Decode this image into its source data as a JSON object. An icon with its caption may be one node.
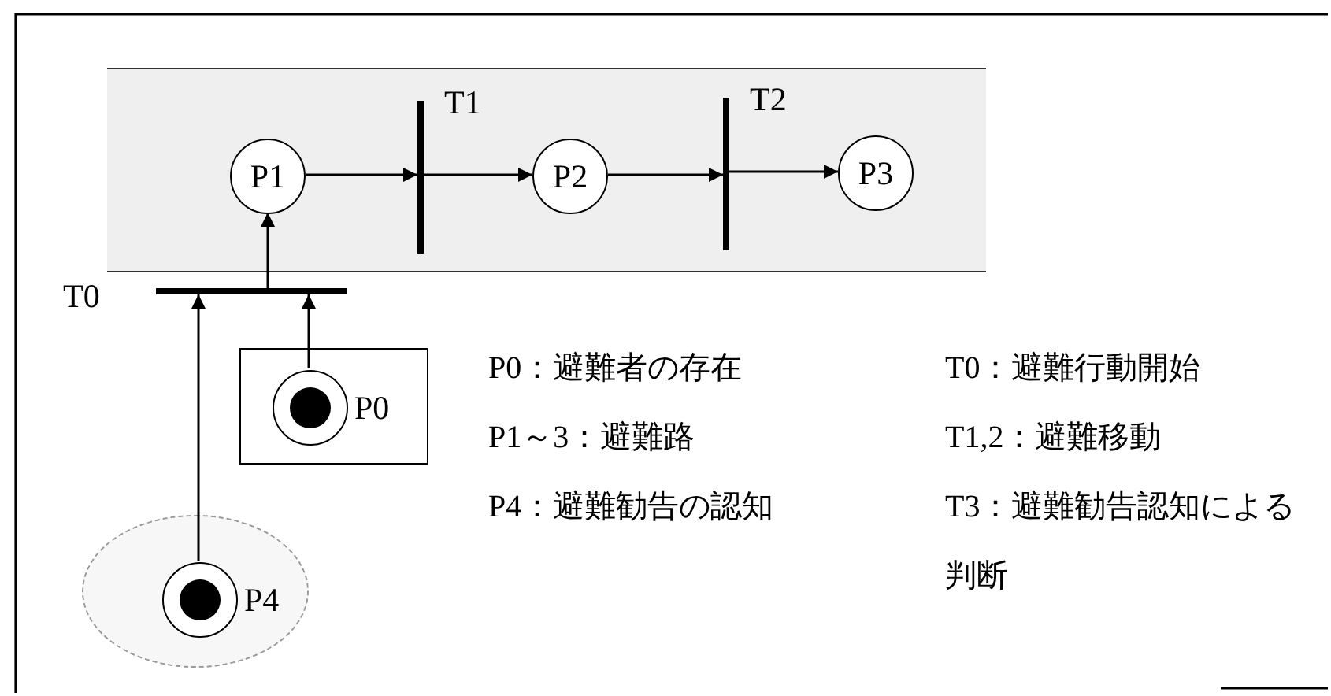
{
  "diagram": {
    "nodes": [
      {
        "text": [],
        "shape": "box"
      },
      {
        "text": [
          "P1"
        ],
        "in": 0
      },
      {
        "text": [],
        "shape": "bar",
        "in": 0,
        "beside": [
          "T1"
        ]
      },
      {
        "text": [
          "P2"
        ],
        "in": 0
      },
      {
        "text": [],
        "shape": "bar",
        "in": 0,
        "beside": [
          "T2"
        ]
      },
      {
        "text": [
          "P3"
        ],
        "in": 0
      },
      {
        "text": [],
        "shape": "bar",
        "beside": [
          "T0"
        ]
      },
      {
        "text": [],
        "shape": "box"
      },
      {
        "text": [],
        "shape": "circle",
        "in": 7,
        "beside": [
          "P0"
        ]
      },
      {
        "text": [],
        "shape": "ellipse"
      },
      {
        "text": [],
        "shape": "circle",
        "in": 9,
        "beside": [
          "P4"
        ]
      }
    ],
    "edges": [
      {
        "from": 1,
        "to": 2,
        "arrow": "to"
      },
      {
        "from": 2,
        "to": 3,
        "arrow": "to"
      },
      {
        "from": 3,
        "to": 4,
        "arrow": "to"
      },
      {
        "from": 4,
        "to": 5,
        "arrow": "to"
      },
      {
        "from": 6,
        "to": 1,
        "arrow": "to"
      },
      {
        "from": 8,
        "to": 6,
        "arrow": "to"
      },
      {
        "from": 10,
        "to": 6,
        "arrow": "to"
      }
    ],
    "labels": [
      "P0：避難者の存在",
      "T0：避難行動開始",
      "P1～3：避難路",
      "T1,2：避難移動",
      "P4：避難勧告の認知",
      "T3：避難勧告認知による判断"
    ]
  }
}
